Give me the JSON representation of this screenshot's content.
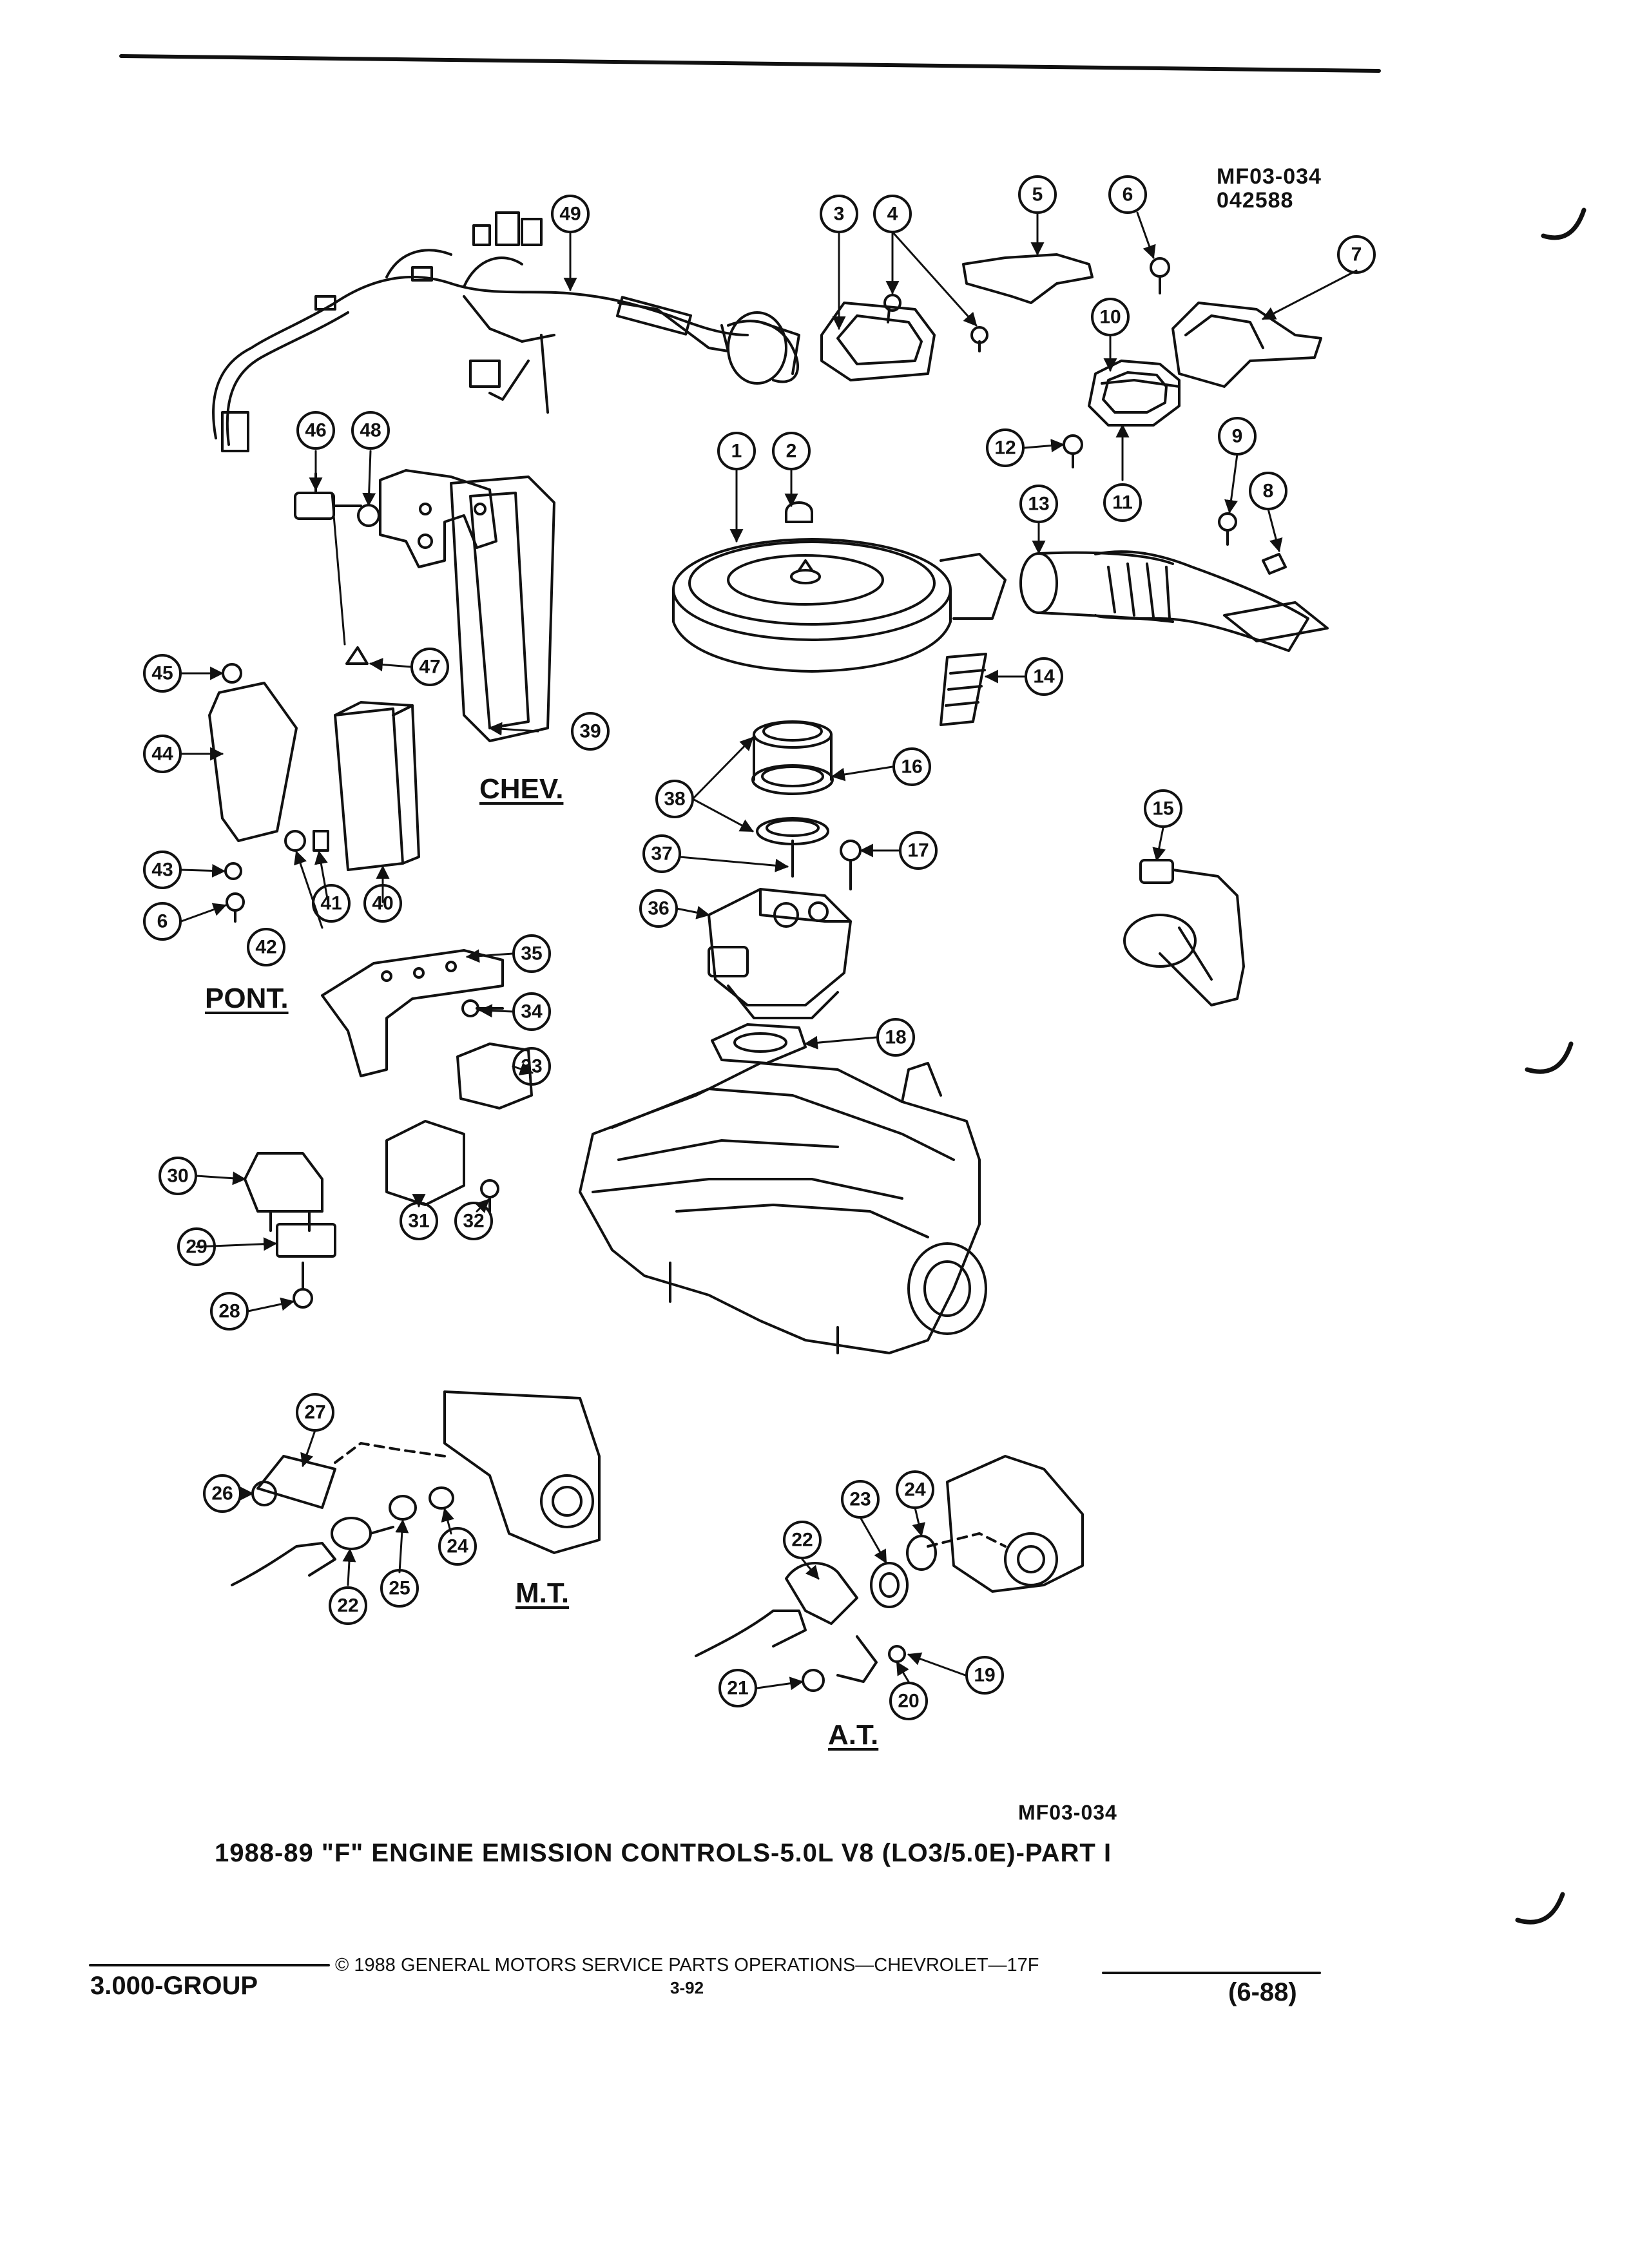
{
  "header": {
    "code_top": "MF03-034",
    "code_sub": "042588"
  },
  "diagram": {
    "sections": {
      "chev": "CHEV.",
      "pont": "PONT.",
      "mt": "M.T.",
      "at": "A.T."
    },
    "callouts": [
      "1",
      "2",
      "3",
      "4",
      "5",
      "6",
      "7",
      "8",
      "9",
      "10",
      "11",
      "12",
      "13",
      "14",
      "15",
      "16",
      "17",
      "18",
      "19",
      "20",
      "21",
      "22",
      "23",
      "24",
      "25",
      "26",
      "27",
      "28",
      "29",
      "30",
      "31",
      "32",
      "33",
      "34",
      "35",
      "36",
      "37",
      "38",
      "39",
      "40",
      "41",
      "42",
      "43",
      "44",
      "45",
      "46",
      "47",
      "48",
      "49"
    ]
  },
  "figure": {
    "code": "MF03-034",
    "title": "1988-89 \"F\" ENGINE EMISSION CONTROLS-5.0L V8 (LO3/5.0E)-PART I"
  },
  "footer": {
    "copyright": "© 1988 GENERAL MOTORS SERVICE PARTS OPERATIONS—CHEVROLET—17F",
    "page": "3-92",
    "group": "3.000-GROUP",
    "date": "(6-88)"
  }
}
